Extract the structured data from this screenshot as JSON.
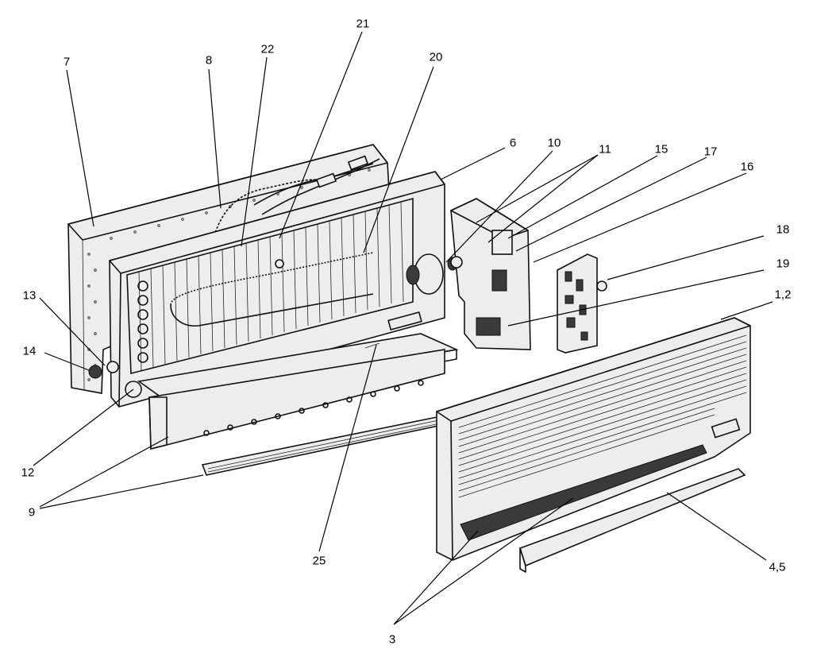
{
  "callouts": {
    "c7": "7",
    "c8": "8",
    "c22": "22",
    "c21": "21",
    "c20": "20",
    "c6": "6",
    "c10": "10",
    "c11": "11",
    "c15": "15",
    "c17": "17",
    "c16": "16",
    "c18": "18",
    "c19": "19",
    "c1_2": "1,2",
    "c13": "13",
    "c14": "14",
    "c12": "12",
    "c9": "9",
    "c25": "25",
    "c4_5": "4,5",
    "c3": "3"
  }
}
